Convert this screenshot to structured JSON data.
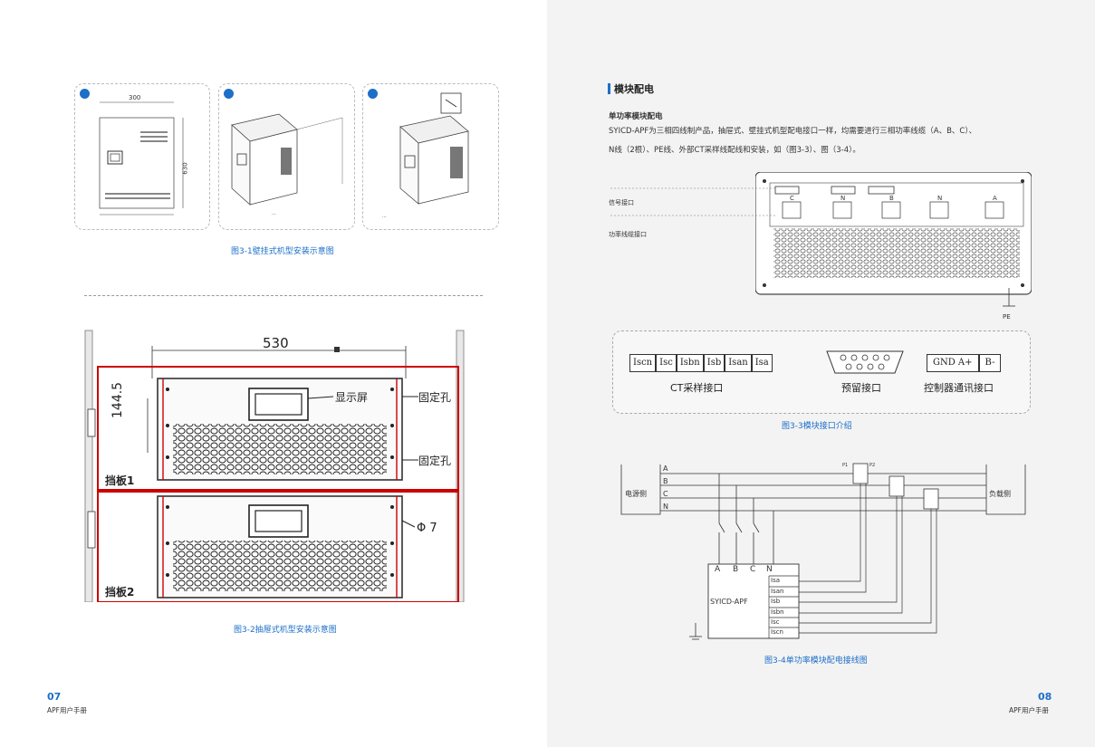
{
  "left_page": {
    "fig31": {
      "dim_width": "300",
      "dim_height": "630",
      "note_2": "...",
      "note_3": "...",
      "caption": "图3-1壁挂式机型安装示意图"
    },
    "fig32": {
      "dim_width": "530",
      "dim_height": "144.5",
      "label_display": "显示屏",
      "label_hole_1": "固定孔",
      "label_hole_2": "固定孔",
      "label_phi": "Φ 7",
      "label_board_1": "挡板1",
      "label_board_2": "挡板2",
      "caption": "图3-2抽屉式机型安装示意图"
    },
    "footer": {
      "page_number": "07",
      "manual_name": "APF用户手册"
    }
  },
  "right_page": {
    "section_title": "模块配电",
    "sub_title": "单功率模块配电",
    "paragraph_line_1": "SYICD-APF为三相四线制产品，抽屉式、壁挂式机型配电接口一样，均需要进行三相功率线缆（A、B、C）、",
    "paragraph_line_2": "N线（2根）、PE线、外部CT采样线配线和安装，如（图3-3）、图（3-4）。",
    "module": {
      "label_signal": "信号接口",
      "label_power": "功率线缆接口",
      "label_pe": "PE",
      "terminals": [
        "C",
        "N",
        "B",
        "N",
        "A"
      ]
    },
    "fig33": {
      "ct_terminals": [
        "Iscn",
        "Isc",
        "Isbn",
        "Isb",
        "Isan",
        "Isa"
      ],
      "ct_label": "CT采样接口",
      "reserve_label": "预留接口",
      "comm_terminals": [
        "GND A+",
        "B-"
      ],
      "comm_label": "控制器通讯接口",
      "caption": "图3-3模块接口介绍"
    },
    "fig34": {
      "source_label": "电源侧",
      "load_label": "负载侧",
      "phases": [
        "A",
        "B",
        "C",
        "N"
      ],
      "ct_names": [
        "P1",
        "P2"
      ],
      "device_label": "SYICD-APF",
      "device_inputs": [
        "A",
        "B",
        "C",
        "N"
      ],
      "ct_inputs": [
        "Isa",
        "Isan",
        "Isb",
        "Isbn",
        "Isc",
        "Iscn"
      ],
      "caption": "图3-4单功率模块配电接线图"
    },
    "footer": {
      "page_number": "08",
      "manual_name": "APF用户手册"
    }
  }
}
